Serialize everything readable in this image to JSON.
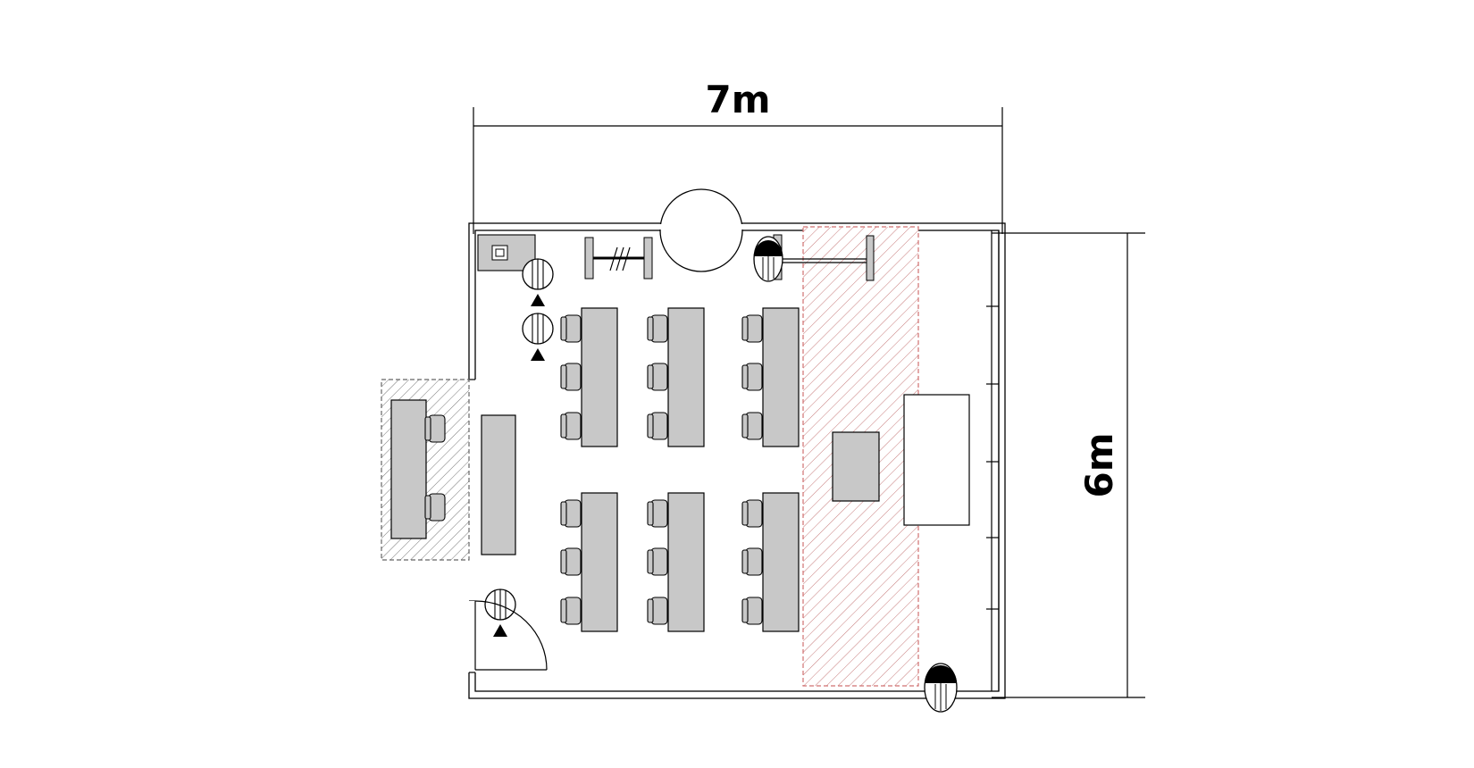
{
  "dimensions": {
    "width_label": "7m",
    "height_label": "6m"
  },
  "colors": {
    "furniture_fill": "#c8c8c8",
    "stage_hatch": "#d07070",
    "outside_hatch": "#666666",
    "line": "#000000"
  },
  "furniture": {
    "table_groups": 6,
    "chairs_per_table": 3,
    "reception_chairs": 2
  },
  "icons": [
    "switch-panel-icon",
    "speaker-icon",
    "camera-icon",
    "projector-icon",
    "coat-rack-icon",
    "door-swing-icon",
    "pillar-icon"
  ]
}
